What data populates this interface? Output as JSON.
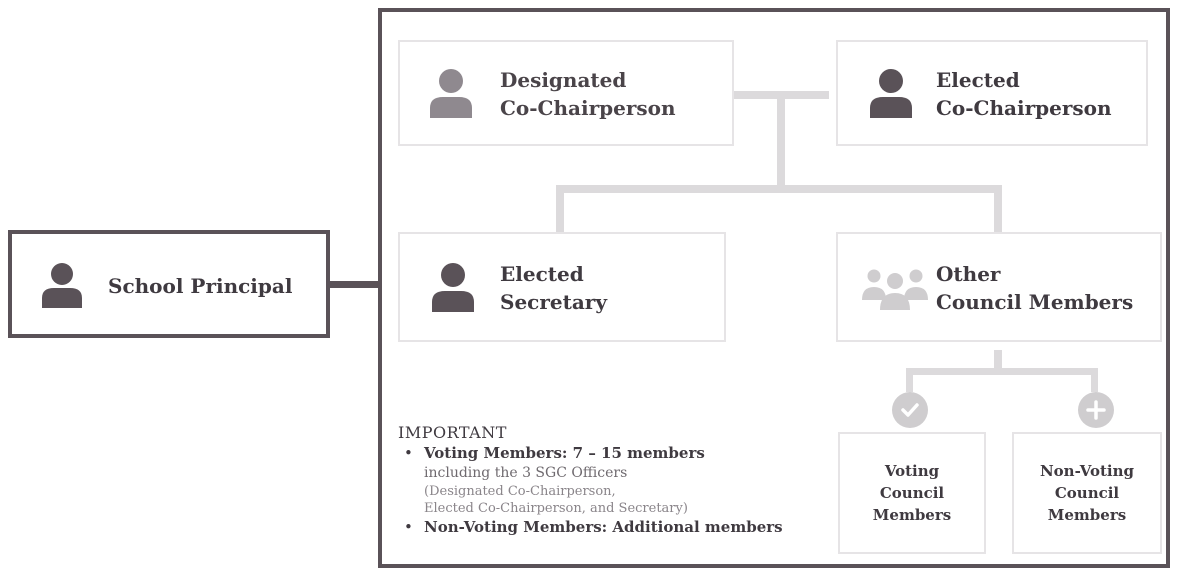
{
  "principal": {
    "label": "School Principal",
    "icon": "person-icon"
  },
  "officers": {
    "designated_cochair": {
      "line1": "Designated",
      "line2": "Co-Chairperson",
      "icon": "person-icon"
    },
    "elected_cochair": {
      "line1": "Elected",
      "line2": "Co-Chairperson",
      "icon": "person-icon"
    },
    "secretary": {
      "line1": "Elected",
      "line2": "Secretary",
      "icon": "person-icon"
    },
    "other_members": {
      "line1": "Other",
      "line2": "Council Members",
      "icon": "group-icon"
    }
  },
  "member_types": {
    "voting": {
      "line1": "Voting",
      "line2": "Council",
      "line3": "Members",
      "icon": "check-icon"
    },
    "non_voting": {
      "line1": "Non-Voting",
      "line2": "Council",
      "line3": "Members",
      "icon": "plus-icon"
    }
  },
  "important": {
    "title": "IMPORTANT",
    "voting_heading": "Voting Members: 7 – 15 members",
    "voting_line1": "including the 3 SGC Officers",
    "voting_line2": "(Designated Co-Chairperson,",
    "voting_line3": "Elected Co-Chairperson, and Secretary)",
    "non_voting_heading": "Non-Voting Members: Additional members"
  },
  "colors": {
    "dark_icon": "#5a5258",
    "light_icon": "#8f898f",
    "pale_icon": "#cfcdcf",
    "frame_border": "#5a5258",
    "box_border": "#e6e4e6",
    "connector": "#dcdadc"
  }
}
